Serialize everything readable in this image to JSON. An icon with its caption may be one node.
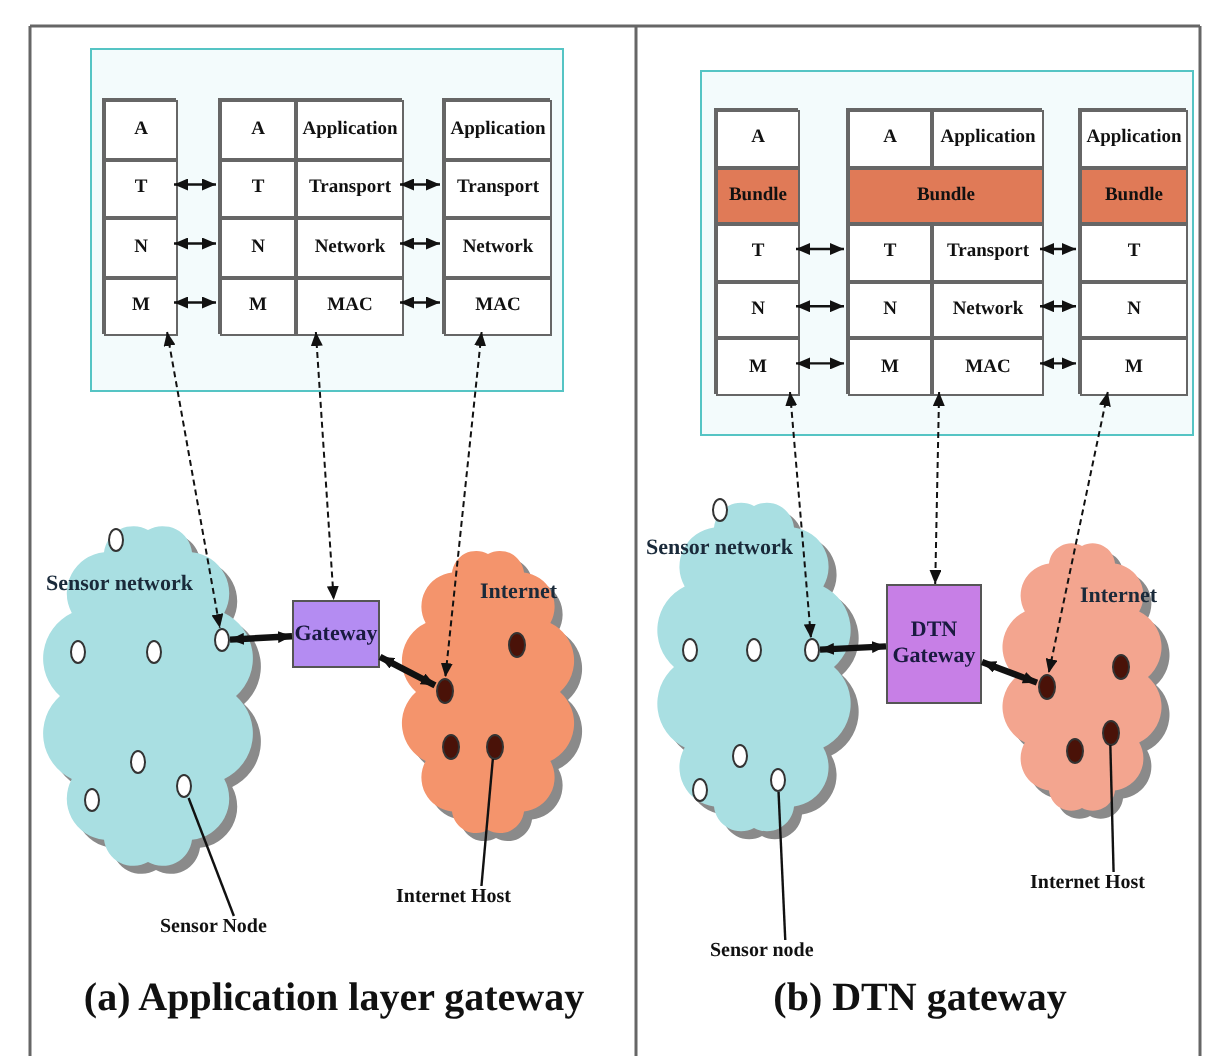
{
  "diagram": {
    "nodes": [
      {
        "text": [],
        "shape": "box"
      },
      {
        "text": [],
        "shape": "box",
        "in": 0
      },
      {
        "text": [
          "A"
        ],
        "in": 1
      },
      {
        "text": [
          "T"
        ],
        "in": 1
      },
      {
        "text": [
          "N"
        ],
        "in": 1
      },
      {
        "text": [
          "M"
        ],
        "in": 1
      },
      {
        "text": [],
        "shape": "box",
        "in": 0
      },
      {
        "text": [
          "A"
        ],
        "in": 6
      },
      {
        "text": [
          "Application"
        ],
        "in": 6
      },
      {
        "text": [
          "T"
        ],
        "in": 6
      },
      {
        "text": [
          "Transport"
        ],
        "in": 6
      },
      {
        "text": [
          "N"
        ],
        "in": 6
      },
      {
        "text": [
          "Network"
        ],
        "in": 6
      },
      {
        "text": [
          "M"
        ],
        "in": 6
      },
      {
        "text": [
          "MAC"
        ],
        "in": 6
      },
      {
        "text": [],
        "shape": "box",
        "in": 0
      },
      {
        "text": [
          "Application"
        ],
        "in": 15
      },
      {
        "text": [
          "Transport"
        ],
        "in": 15
      },
      {
        "text": [
          "Network"
        ],
        "in": 15
      },
      {
        "text": [
          "MAC"
        ],
        "in": 15
      },
      {
        "text": [
          "Sensor network"
        ]
      },
      {
        "text": [],
        "shape": "circle",
        "in": 20
      },
      {
        "text": [],
        "shape": "circle",
        "in": 20
      },
      {
        "text": [],
        "shape": "circle",
        "in": 20
      },
      {
        "text": [],
        "shape": "circle",
        "in": 20
      },
      {
        "text": [],
        "shape": "circle",
        "in": 20
      },
      {
        "text": [],
        "shape": "circle",
        "in": 20
      },
      {
        "text": [],
        "shape": "circle",
        "in": 20
      },
      {
        "text": [
          "Gateway"
        ]
      },
      {
        "text": [
          "Internet"
        ]
      },
      {
        "text": [],
        "shape": "circle",
        "in": 29
      },
      {
        "text": [],
        "shape": "circle",
        "in": 29
      },
      {
        "text": [],
        "shape": "circle",
        "in": 29
      },
      {
        "text": [],
        "shape": "circle",
        "in": 29
      },
      {
        "text": [
          "Sensor Node"
        ]
      },
      {
        "text": [
          "Internet Host"
        ]
      },
      {
        "text": [],
        "shape": "box"
      },
      {
        "text": [],
        "shape": "box",
        "in": 36
      },
      {
        "text": [
          "A"
        ],
        "in": 37
      },
      {
        "text": [
          "Bundle"
        ],
        "in": 37
      },
      {
        "text": [
          "T"
        ],
        "in": 37
      },
      {
        "text": [
          "N"
        ],
        "in": 37
      },
      {
        "text": [
          "M"
        ],
        "in": 37
      },
      {
        "text": [],
        "shape": "box",
        "in": 36
      },
      {
        "text": [
          "A"
        ],
        "in": 43
      },
      {
        "text": [
          "Application"
        ],
        "in": 43
      },
      {
        "text": [
          "Bundle"
        ],
        "in": 43
      },
      {
        "text": [
          "T"
        ],
        "in": 43
      },
      {
        "text": [
          "Transport"
        ],
        "in": 43
      },
      {
        "text": [
          "N"
        ],
        "in": 43
      },
      {
        "text": [
          "Network"
        ],
        "in": 43
      },
      {
        "text": [
          "M"
        ],
        "in": 43
      },
      {
        "text": [
          "MAC"
        ],
        "in": 43
      },
      {
        "text": [],
        "shape": "box",
        "in": 36
      },
      {
        "text": [
          "Application"
        ],
        "in": 53
      },
      {
        "text": [
          "Bundle"
        ],
        "in": 53
      },
      {
        "text": [
          "T"
        ],
        "in": 53
      },
      {
        "text": [
          "N"
        ],
        "in": 53
      },
      {
        "text": [
          "M"
        ],
        "in": 53
      },
      {
        "text": [
          "Sensor network"
        ]
      },
      {
        "text": [],
        "shape": "circle",
        "in": 59
      },
      {
        "text": [],
        "shape": "circle",
        "in": 59
      },
      {
        "text": [],
        "shape": "circle",
        "in": 59
      },
      {
        "text": [],
        "shape": "circle",
        "in": 59
      },
      {
        "text": [],
        "shape": "circle",
        "in": 59
      },
      {
        "text": [],
        "shape": "circle",
        "in": 59
      },
      {
        "text": [],
        "shape": "circle",
        "in": 59
      },
      {
        "text": [
          "DTN Gateway"
        ]
      },
      {
        "text": [
          "Internet"
        ]
      },
      {
        "text": [],
        "shape": "circle",
        "in": 68
      },
      {
        "text": [],
        "shape": "circle",
        "in": 68
      },
      {
        "text": [],
        "shape": "circle",
        "in": 68
      },
      {
        "text": [],
        "shape": "circle",
        "in": 68
      },
      {
        "text": [
          "Sensor node"
        ]
      },
      {
        "text": [
          "Internet Host"
        ]
      }
    ],
    "edges": [
      {
        "from": 3,
        "to": 9,
        "arrow": "both"
      },
      {
        "from": 4,
        "to": 11,
        "arrow": "both"
      },
      {
        "from": 5,
        "to": 13,
        "arrow": "both"
      },
      {
        "from": 10,
        "to": 17,
        "arrow": "both"
      },
      {
        "from": 12,
        "to": 18,
        "arrow": "both"
      },
      {
        "from": 14,
        "to": 19,
        "arrow": "both"
      },
      {
        "from": 1,
        "to": 24,
        "arrow": "both",
        "style": "dashed"
      },
      {
        "from": 6,
        "to": 28,
        "arrow": "both",
        "style": "dashed"
      },
      {
        "from": 15,
        "to": 30,
        "arrow": "both",
        "style": "dashed"
      },
      {
        "from": 24,
        "to": 28,
        "arrow": "both",
        "style": "thick"
      },
      {
        "from": 28,
        "to": 30,
        "arrow": "both",
        "style": "thick"
      },
      {
        "from": 34,
        "to": 27,
        "arrow": "none"
      },
      {
        "from": 35,
        "to": 33,
        "arrow": "none"
      },
      {
        "from": 40,
        "to": 47,
        "arrow": "both"
      },
      {
        "from": 41,
        "to": 49,
        "arrow": "both"
      },
      {
        "from": 42,
        "to": 51,
        "arrow": "both"
      },
      {
        "from": 48,
        "to": 56,
        "arrow": "both"
      },
      {
        "from": 50,
        "to": 57,
        "arrow": "both"
      },
      {
        "from": 52,
        "to": 58,
        "arrow": "both"
      },
      {
        "from": 37,
        "to": 63,
        "arrow": "both",
        "style": "dashed"
      },
      {
        "from": 43,
        "to": 67,
        "arrow": "both",
        "style": "dashed"
      },
      {
        "from": 53,
        "to": 69,
        "arrow": "both",
        "style": "dashed"
      },
      {
        "from": 63,
        "to": 67,
        "arrow": "both",
        "style": "thick"
      },
      {
        "from": 67,
        "to": 69,
        "arrow": "both",
        "style": "thick"
      },
      {
        "from": 73,
        "to": 66,
        "arrow": "none"
      },
      {
        "from": 74,
        "to": 72,
        "arrow": "none"
      }
    ],
    "labels": [
      "(a) Application layer gateway",
      "(b) DTN gateway"
    ]
  }
}
